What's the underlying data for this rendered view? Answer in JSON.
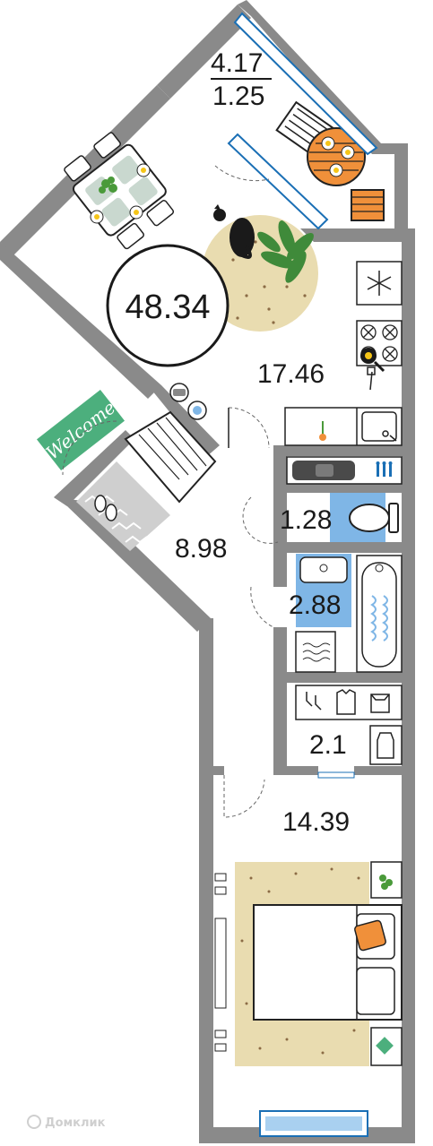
{
  "plan": {
    "total_area": "48.34",
    "rooms": {
      "balcony_area": "4.17",
      "balcony_area_reduced": "1.25",
      "kitchen_living": "17.46",
      "hallway": "8.98",
      "toilet": "1.28",
      "bathroom": "2.88",
      "wardrobe": "2.1",
      "bedroom": "14.39"
    },
    "doormat_text": "Welcome",
    "watermark": "Домклик"
  },
  "colors": {
    "wall": "#8a8a8a",
    "beige": "#e9dcb0",
    "accent_green": "#4caf7d",
    "water_blue": "#7fb6e6",
    "orange": "#f0903a",
    "table_green": "#c9d8cf"
  },
  "icons": [
    "snowflake-icon",
    "stove-burner-icon",
    "frying-pan-icon",
    "sink-icon",
    "towel-rail-icon",
    "toilet-icon",
    "bathtub-icon",
    "washing-machine-icon",
    "shirt-icon",
    "socks-icon",
    "plant-icon",
    "cat-icon",
    "slippers-icon"
  ]
}
